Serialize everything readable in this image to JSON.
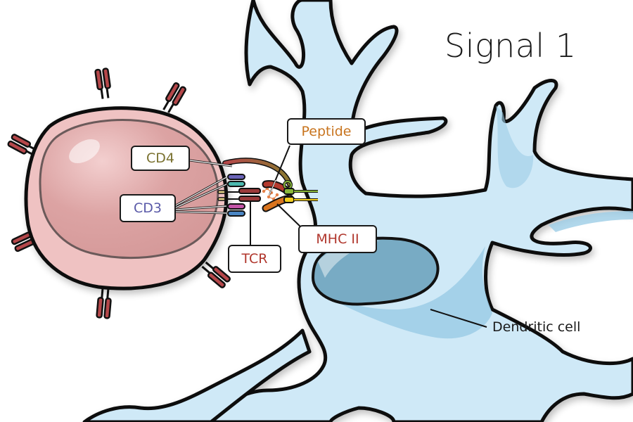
{
  "title": "Signal 1",
  "labels": {
    "cd4": {
      "text": "CD4",
      "color": "#7a7230"
    },
    "cd3": {
      "text": "CD3",
      "color": "#5a5aa8"
    },
    "peptide": {
      "text": "Peptide",
      "color": "#c8741e"
    },
    "mhc2": {
      "text": "MHC II",
      "color": "#b0362c"
    },
    "tcr": {
      "text": "TCR",
      "color": "#b0362c"
    },
    "dendritic_cell": {
      "text": "Dendritic cell",
      "color": "#1a1a1a"
    }
  },
  "colors": {
    "t_cell_fill": "#dc9e9e",
    "t_cell_light": "#efc2c2",
    "t_cell_nucleus_outline": "#6b5a5a",
    "dendritic_fill": "#cfe9f7",
    "dendritic_shade": "#9ccde6",
    "dendritic_nucleus": "#78abc4",
    "receptor_red": "#b5474a",
    "cd3_purple": "#6a63b8",
    "cd3_teal": "#4bb8ae",
    "cd3_magenta": "#c455a8",
    "cd3_blue": "#4a86c4",
    "mhc_red": "#b33a2e",
    "mhc_orange": "#d9741e",
    "mhc_green": "#8ab83a",
    "mhc_yellow": "#f0cc1e",
    "peptide_orange": "#e6824a"
  }
}
